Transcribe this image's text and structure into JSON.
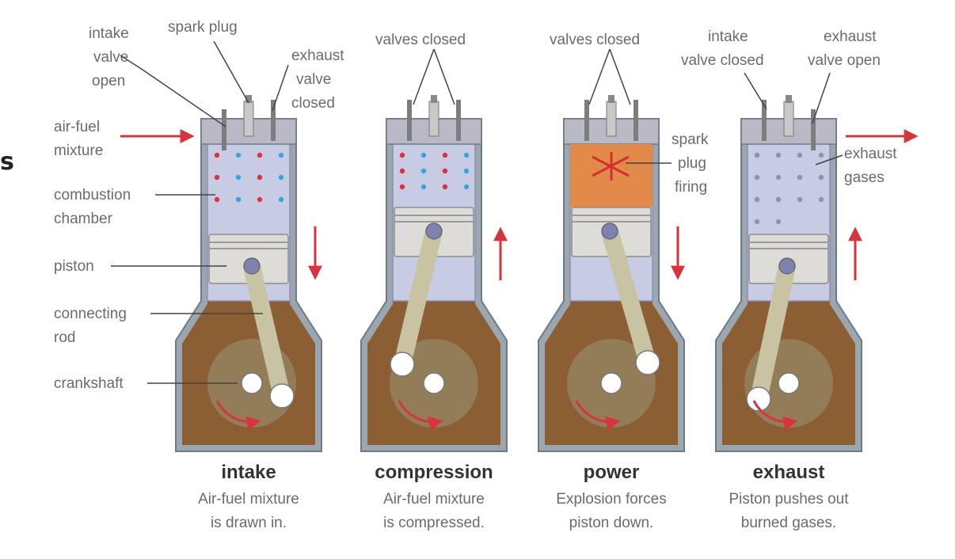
{
  "edge_fragment": "s",
  "colors": {
    "block": "#8b5e34",
    "block_edge": "#6e7b86",
    "cylinder": "#c8cbe4",
    "cylinder_edge": "#8a8fb8",
    "piston": "#dddcd8",
    "rod": "#c7c3a3",
    "crank": "#9a9878",
    "arrow": "#d6343e",
    "fuel_red": "#e0303c",
    "fuel_blue": "#33a8de",
    "fire": "#e3894a",
    "spark": "#d22f2f"
  },
  "labels": {
    "intake_valve_open": [
      "intake",
      "valve",
      "open"
    ],
    "spark_plug": "spark plug",
    "exhaust_valve_closed": [
      "exhaust",
      "valve",
      "closed"
    ],
    "air_fuel_mixture": [
      "air-fuel",
      "mixture"
    ],
    "combustion_chamber": [
      "combustion",
      "chamber"
    ],
    "piston": "piston",
    "connecting_rod": [
      "connecting",
      "rod"
    ],
    "crankshaft": "crankshaft",
    "valves_closed_compression": "valves closed",
    "valves_closed_power": "valves closed",
    "spark_plug_firing": [
      "spark",
      "plug",
      "firing"
    ],
    "intake_valve_closed": [
      "intake",
      "valve closed"
    ],
    "exhaust_valve_open": [
      "exhaust",
      "valve open"
    ],
    "exhaust_gases": [
      "exhaust",
      "gases"
    ]
  },
  "strokes": [
    {
      "title": "intake",
      "desc": [
        "Air-fuel mixture",
        "is drawn in."
      ],
      "piston_dir": "down"
    },
    {
      "title": "compression",
      "desc": [
        "Air-fuel mixture",
        "is compressed."
      ],
      "piston_dir": "up"
    },
    {
      "title": "power",
      "desc": [
        "Explosion forces",
        "piston down."
      ],
      "piston_dir": "down"
    },
    {
      "title": "exhaust",
      "desc": [
        "Piston pushes out",
        "burned gases."
      ],
      "piston_dir": "up"
    }
  ]
}
